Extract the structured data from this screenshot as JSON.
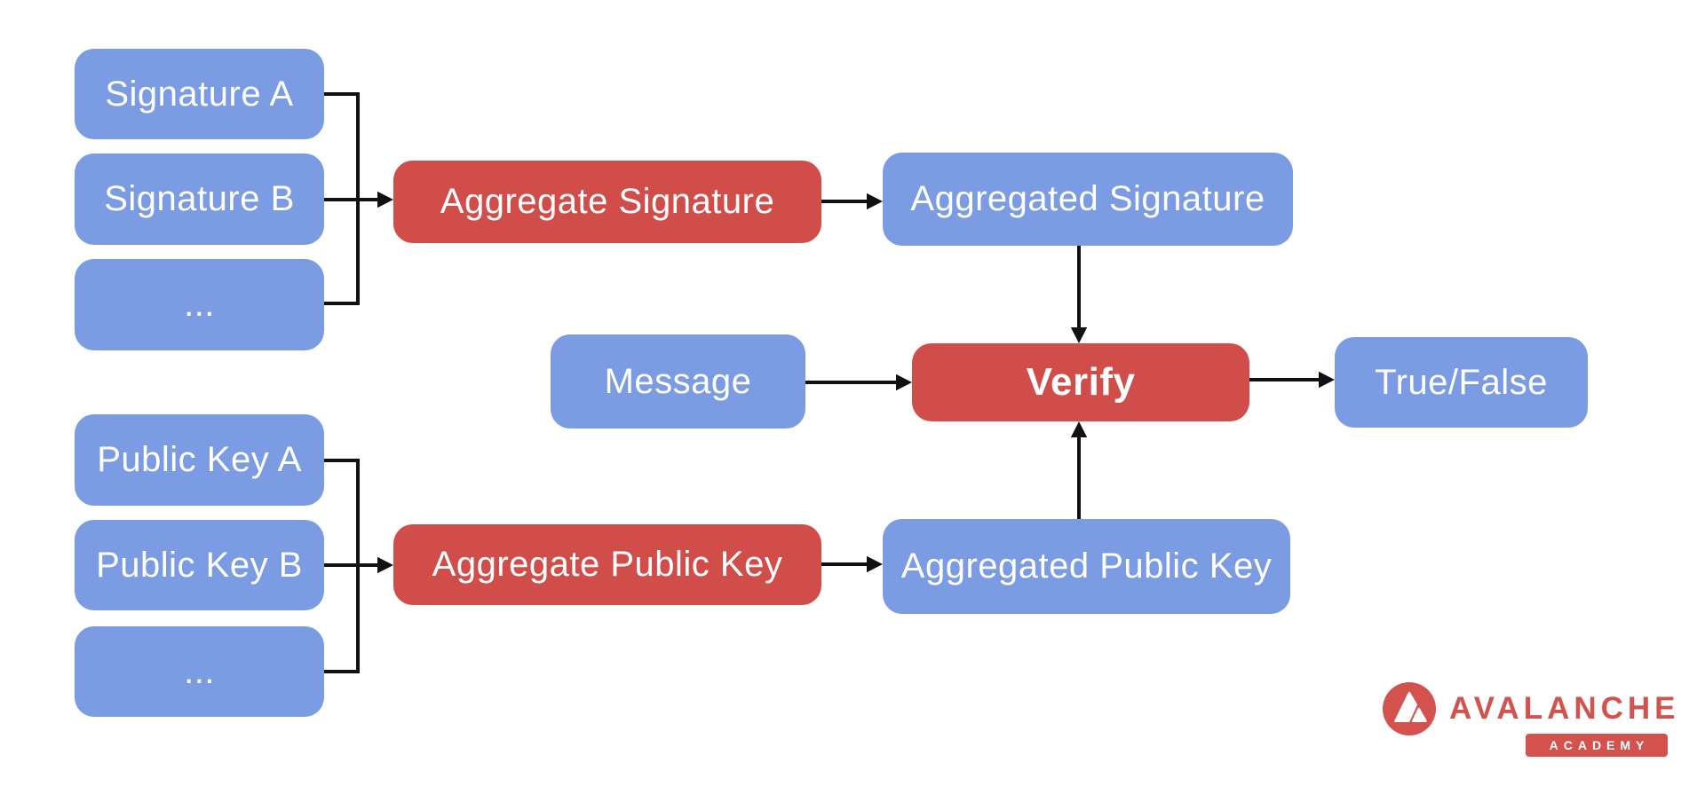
{
  "diagram": {
    "nodes": {
      "signature_a": "Signature A",
      "signature_b": "Signature B",
      "signature_more": "...",
      "aggregate_signature": "Aggregate Signature",
      "aggregated_signature": "Aggregated Signature",
      "message": "Message",
      "verify": "Verify",
      "true_false": "True/False",
      "public_key_a": "Public Key A",
      "public_key_b": "Public Key B",
      "public_key_more": "...",
      "aggregate_public_key": "Aggregate Public Key",
      "aggregated_public_key": "Aggregated Public Key"
    },
    "edges": [
      {
        "from": "signature_a",
        "to": "aggregate_signature"
      },
      {
        "from": "signature_b",
        "to": "aggregate_signature"
      },
      {
        "from": "signature_more",
        "to": "aggregate_signature"
      },
      {
        "from": "aggregate_signature",
        "to": "aggregated_signature"
      },
      {
        "from": "aggregated_signature",
        "to": "verify"
      },
      {
        "from": "message",
        "to": "verify"
      },
      {
        "from": "public_key_a",
        "to": "aggregate_public_key"
      },
      {
        "from": "public_key_b",
        "to": "aggregate_public_key"
      },
      {
        "from": "public_key_more",
        "to": "aggregate_public_key"
      },
      {
        "from": "aggregate_public_key",
        "to": "aggregated_public_key"
      },
      {
        "from": "aggregated_public_key",
        "to": "verify"
      },
      {
        "from": "verify",
        "to": "true_false"
      }
    ],
    "colors": {
      "data_blue": "#7b9be2",
      "process_red": "#d14d49",
      "connector": "#111111"
    }
  },
  "logo": {
    "brand": "AVALANCHE",
    "sub": "ACADEMY",
    "color": "#d4524d"
  }
}
